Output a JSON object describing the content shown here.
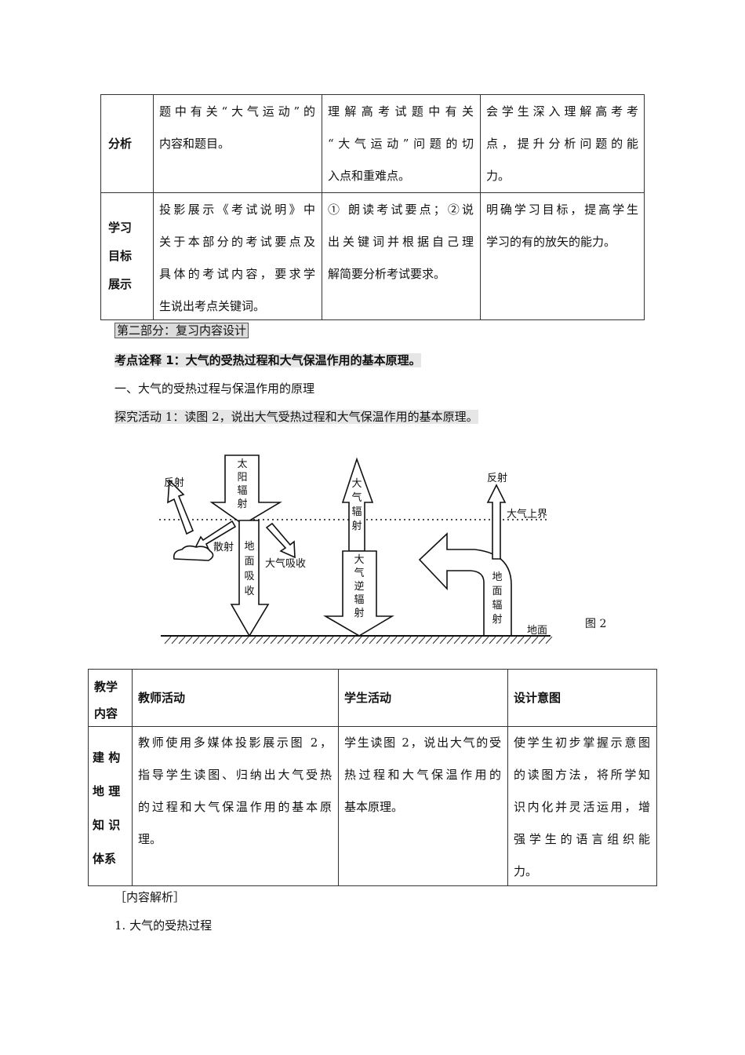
{
  "top_table": {
    "rows": [
      {
        "head": [
          "分析"
        ],
        "cells": [
          [
            "题中有关“大气运动”的",
            "内容和题目。"
          ],
          [
            "理解高考试题中有关",
            "“大气运动”问题的切",
            "入点和重难点。"
          ],
          [
            "会学生深入理解高考考",
            "点，提升分析问题的能",
            "力。"
          ]
        ]
      },
      {
        "head": [
          "学习",
          "目标",
          "展示"
        ],
        "cells": [
          [
            "投影展示《考试说明》中",
            "关于本部分的考试要点及",
            "具体的考试内容，要求学",
            "生说出考点关键词。"
          ],
          [
            "① 朗读考试要点；②说",
            "出关键词并根据自己理",
            "解简要分析考试要求。"
          ],
          [
            "明确学习目标，提高学生",
            "学习的有的放矢的能力。"
          ]
        ]
      }
    ]
  },
  "section_title": "第二部分：复习内容设计",
  "point_title": "考点诠释 1：大气的受热过程和大气保温作用的基本原理。",
  "subheading": "一、大气的受热过程与保温作用的原理",
  "activity": "探究活动 1：读图 2，说出大气受热过程和大气保温作用的基本原理。",
  "diagram": {
    "solar": "太阳辐射",
    "ground_absorb": "地面吸收",
    "reflect_left": "反射",
    "scatter": "散射",
    "atm_absorb": "大气吸收",
    "atm_radiation": "大气辐射",
    "counter_radiation": "大气逆辐射",
    "reflect_right": "反射",
    "top_of_atmosphere": "大气上界",
    "ground_radiation": "地面辐射",
    "ground": "地面",
    "caption": "图 2"
  },
  "bottom_table": {
    "headers": [
      [
        "教学",
        "内容"
      ],
      [
        "教师活动"
      ],
      [
        "学生活动"
      ],
      [
        "设计意图"
      ]
    ],
    "row": {
      "head": [
        "建 构",
        "地 理",
        "知 识",
        "体系"
      ],
      "cells": [
        [
          "教师使用多媒体投影展示图 2，",
          "指导学生读图、归纳出大气受热",
          "的过程和大气保温作用的基本原",
          "理。"
        ],
        [
          "学生读图 2，说出大气的受",
          "热过程和大气保温作用的",
          "基本原理。"
        ],
        [
          "使学生初步掌握示意图",
          "的读图方法，将所学知",
          "识内化并灵活运用，增",
          "强学生的语言组织能",
          "力。"
        ]
      ]
    }
  },
  "analysis_label": "［内容解析］",
  "item1": "1. 大气的受热过程"
}
